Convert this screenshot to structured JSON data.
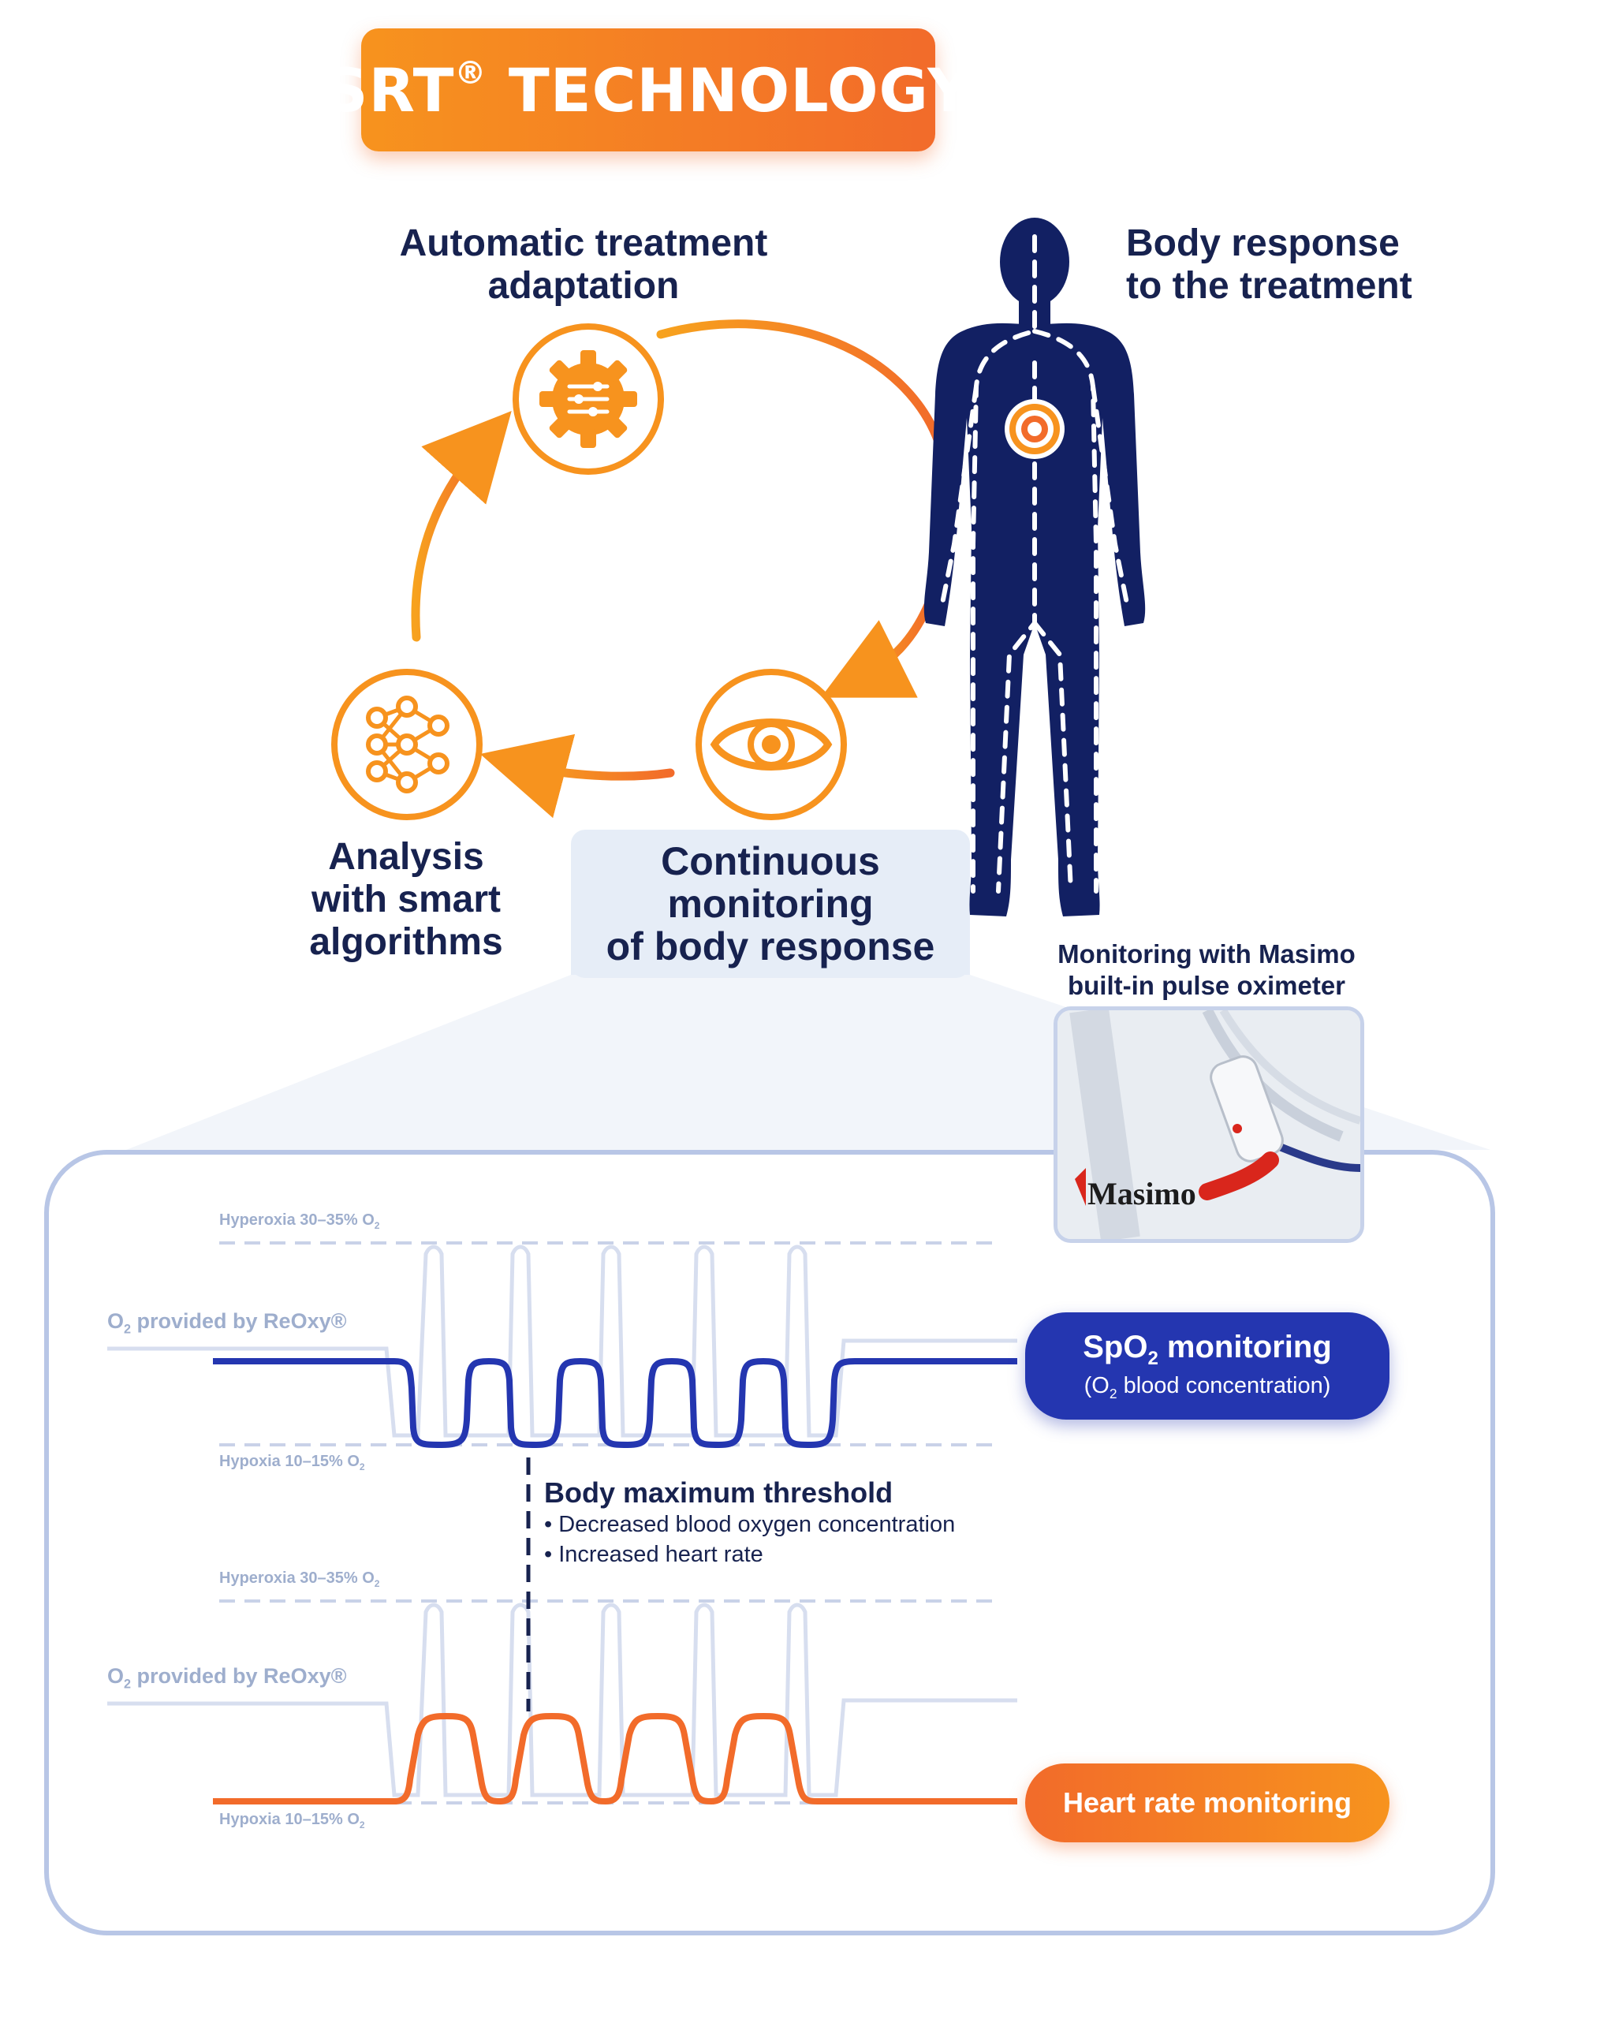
{
  "title": {
    "text": "SRT",
    "sup": "®",
    "rest": "TECHNOLOGY"
  },
  "cycle": {
    "auto_treatment": [
      "Automatic treatment",
      "adaptation"
    ],
    "body_response": [
      "Body response",
      "to the treatment"
    ],
    "analysis": [
      "Analysis",
      "with smart",
      "algorithms"
    ],
    "continuous": [
      "Continuous",
      "monitoring",
      "of body response"
    ]
  },
  "masimo": {
    "caption": [
      "Monitoring with Masimo",
      "built-in pulse oximeter"
    ],
    "logo_text": "Masimo"
  },
  "chart_top": {
    "hyperoxia": "Hyperoxia 30–35% O",
    "hyperoxia_sub": "2",
    "hypoxia": "Hypoxia 10–15% O",
    "hypoxia_sub": "2",
    "provided_pre": "O",
    "provided_sub": "2",
    "provided_post": " provided by ReOxy®"
  },
  "chart_bottom": {
    "hyperoxia": "Hyperoxia 30–35% O",
    "hyperoxia_sub": "2",
    "hypoxia": "Hypoxia 10–15% O",
    "hypoxia_sub": "2",
    "provided_pre": "O",
    "provided_sub": "2",
    "provided_post": " provided by ReOxy®"
  },
  "spo2_pill": {
    "main_pre": "SpO",
    "main_sub": "2",
    "main_post": " monitoring",
    "sub_pre": "(O",
    "sub_sub": "2",
    "sub_post": " blood concentration)"
  },
  "hr_pill": {
    "label": "Heart rate monitoring"
  },
  "threshold": {
    "heading": "Body maximum threshold",
    "items": [
      "• Decreased blood oxygen concentration",
      "• Increased heart rate"
    ]
  },
  "colors": {
    "orange": "#f7931e",
    "orange_dark": "#f26b2a",
    "navy": "#17224f",
    "blue": "#2436b0",
    "figure": "#122063",
    "faint": "#c3cce3"
  },
  "icons": [
    "gear-settings-icon",
    "eye-icon",
    "neural-network-icon",
    "heart-target-icon"
  ]
}
